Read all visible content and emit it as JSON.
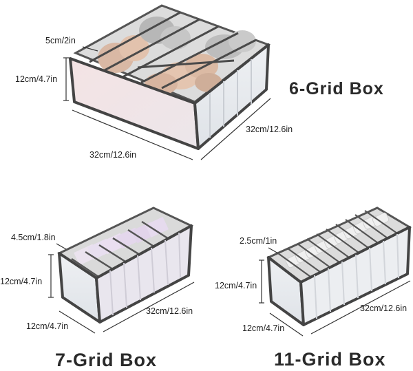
{
  "products": [
    {
      "title": "6-Grid Box",
      "dims": {
        "compartment": "5cm/2in",
        "height": "12cm/4.7in",
        "depth": "32cm/12.6in",
        "width": "32cm/12.6in"
      }
    },
    {
      "title": "7-Grid Box",
      "dims": {
        "compartment": "4.5cm/1.8in",
        "height": "12cm/4.7in",
        "depth": "12cm/4.7in",
        "length": "32cm/12.6in"
      }
    },
    {
      "title": "11-Grid Box",
      "dims": {
        "compartment": "2.5cm/1in",
        "height": "12cm/4.7in",
        "depth": "12cm/4.7in",
        "length": "32cm/12.6in"
      }
    }
  ]
}
